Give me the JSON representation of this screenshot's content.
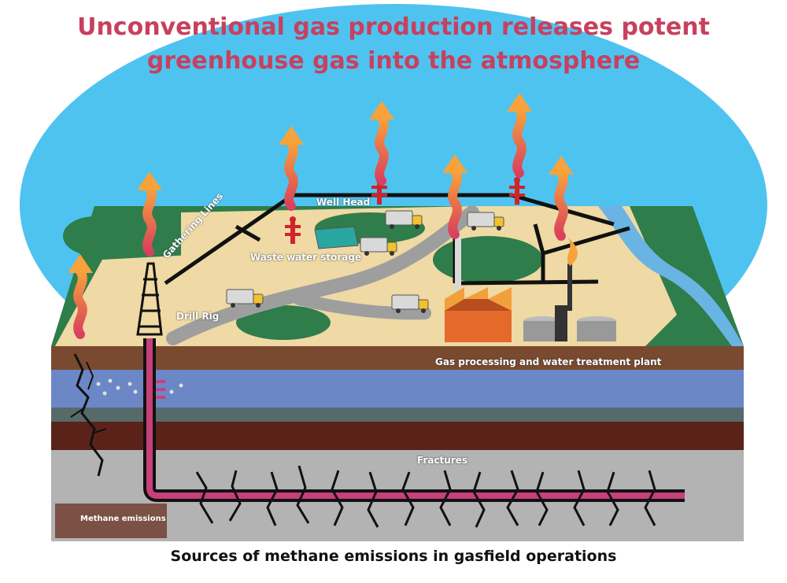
{
  "title": {
    "line1": "Unconventional gas production releases potent",
    "line2": "greenhouse gas into the atmosphere"
  },
  "caption": "Sources of methane emissions in gasfield operations",
  "labels": {
    "well_head": "Well Head",
    "waste_water": "Waste water storage",
    "drill_rig": "Drill Rig",
    "gathering_lines": "Gathering Lines",
    "plant": "Gas processing and water treatment plant",
    "fractures": "Fractures"
  },
  "legend": {
    "label": "Methane emissions",
    "icon": "methane-emission-arrow-icon"
  },
  "colors": {
    "title": "#c8405e",
    "sky": "#4fc3f0",
    "land": "#2e7d4a",
    "sand": "#efd9a4",
    "road": "#9e9e9e",
    "soil": "#7a4a30",
    "aquifer": "#6b87c6",
    "deep_rock": "#5a2218",
    "shale": "#b3b3b3",
    "well_pipe": "#c8407a",
    "emission_top": "#f7a23b",
    "emission_bottom": "#d9405e"
  }
}
